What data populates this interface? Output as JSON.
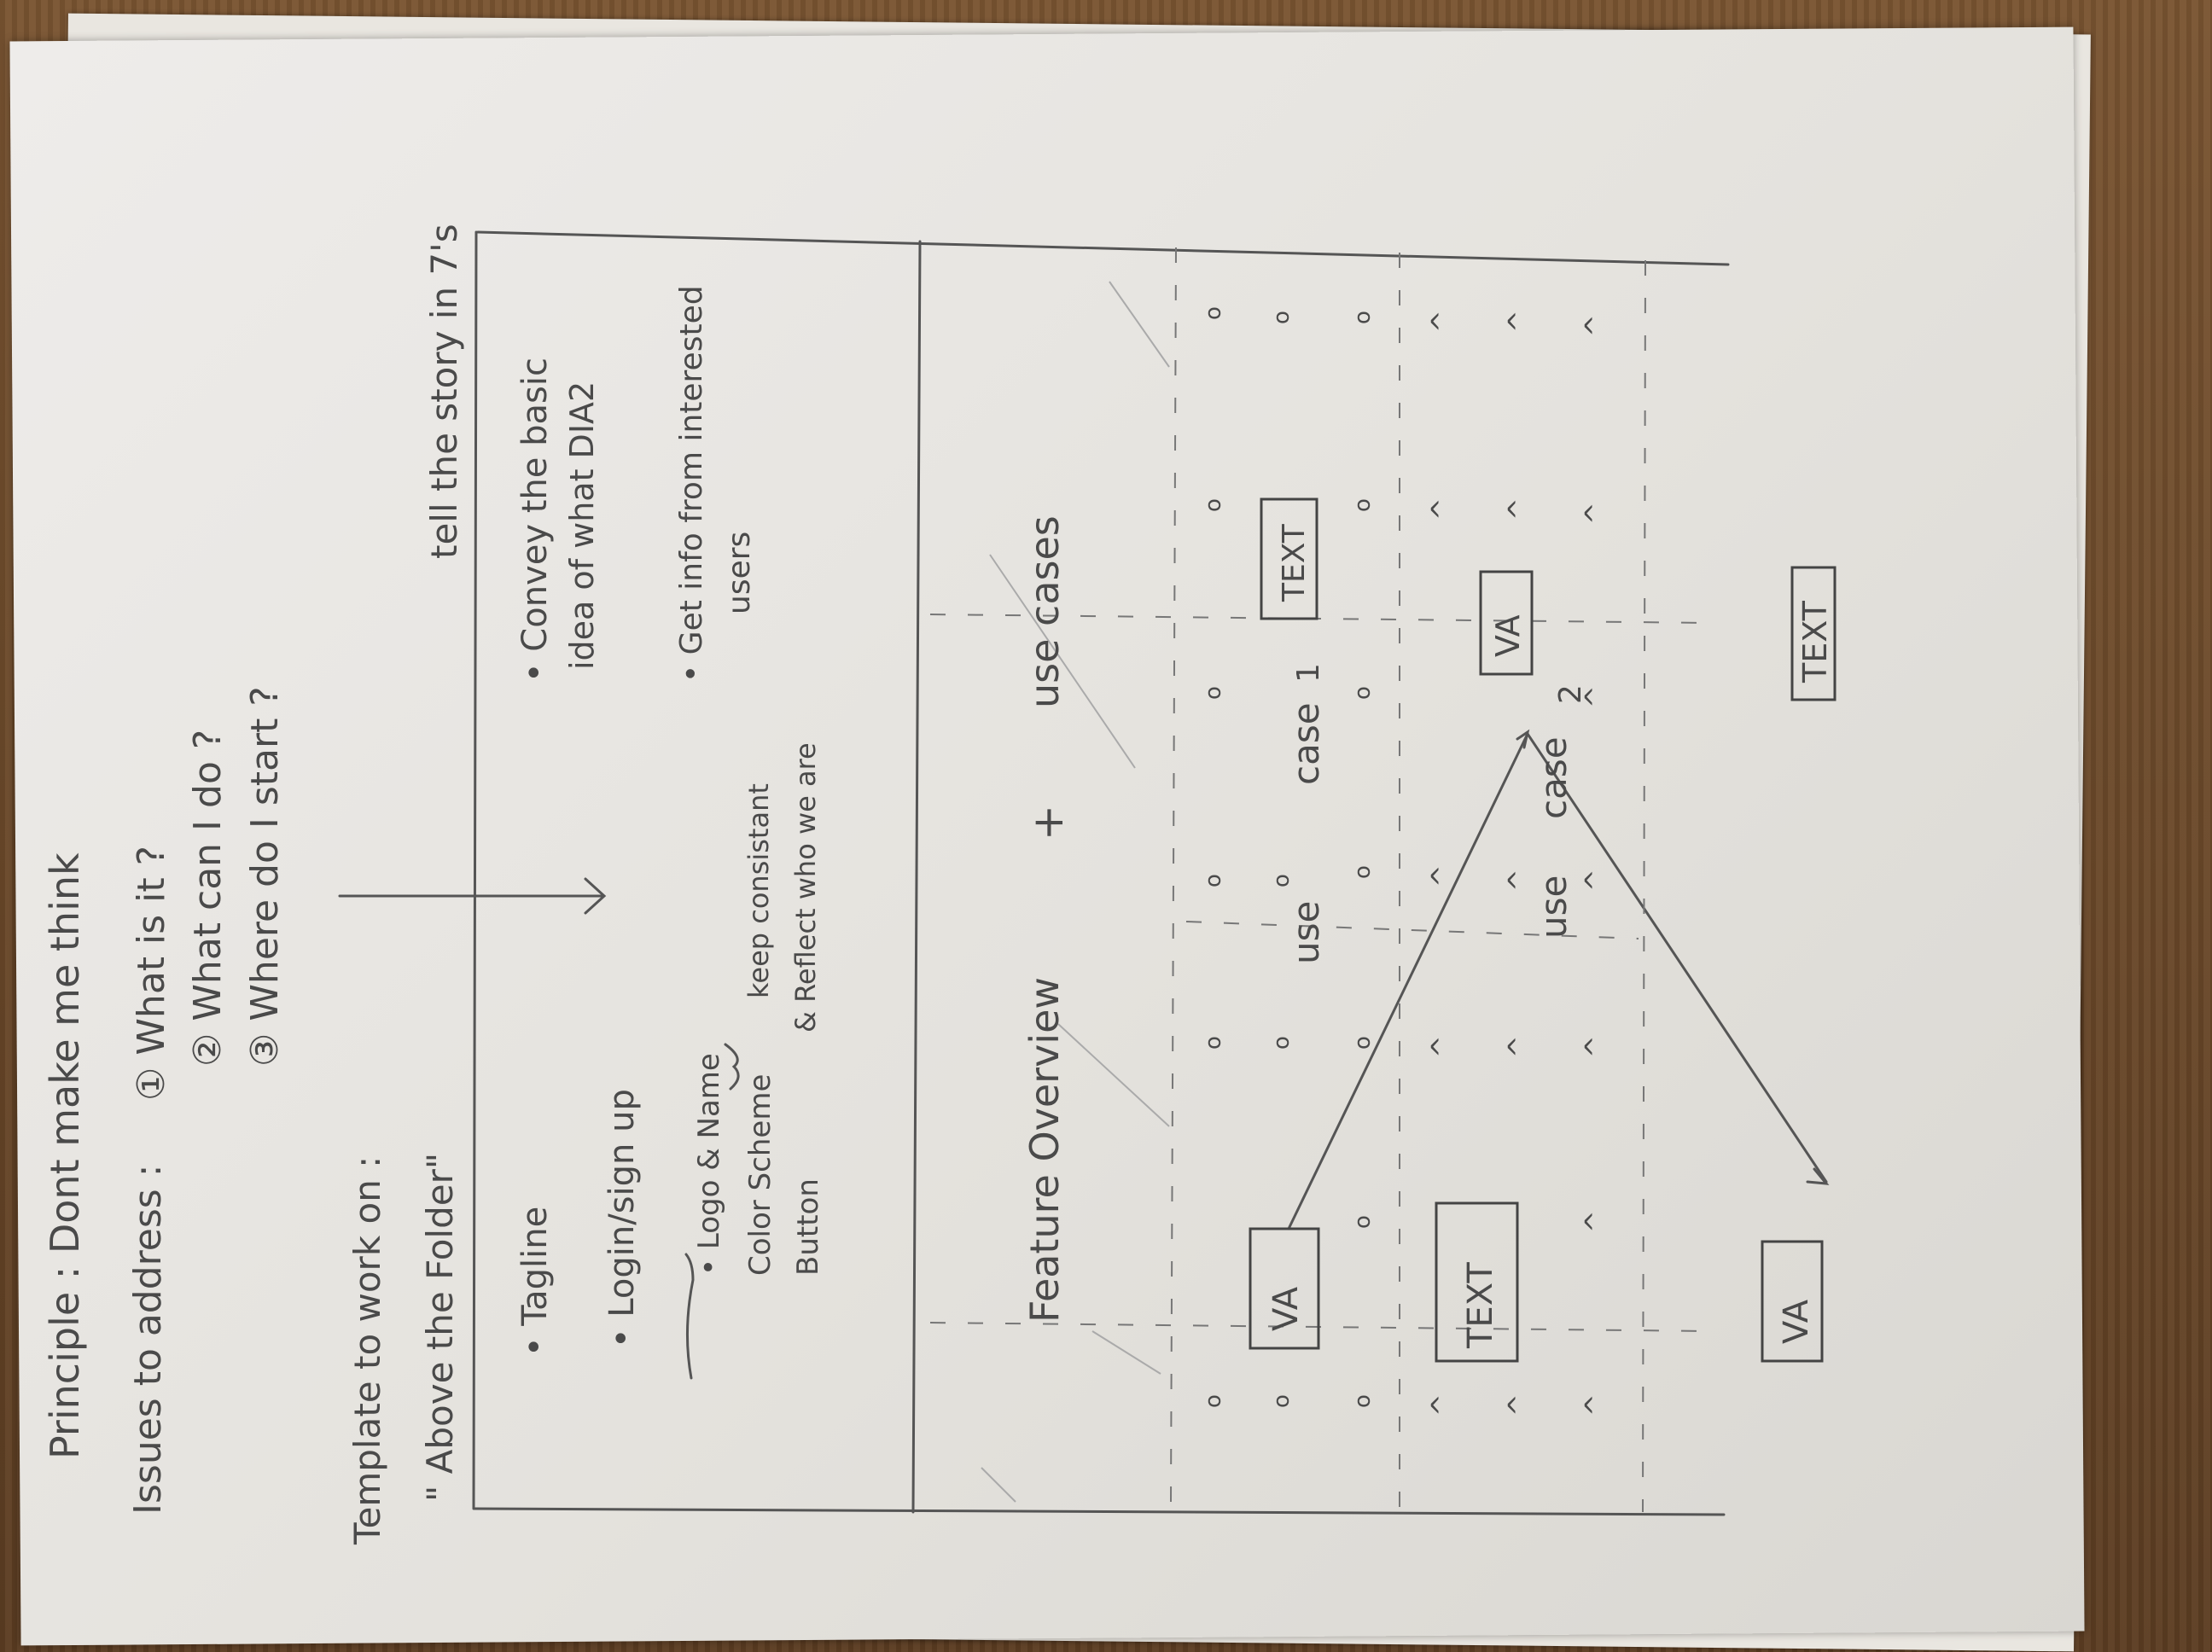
{
  "principle": "Principle : Dont make me think",
  "issues_label": "Issues to address :",
  "issues": [
    "① What is it ?",
    "② What can I do ?",
    "③ Where do I start ?"
  ],
  "template_label": "Template to work on :",
  "template_name": "\" Above the Folder\"",
  "story_note": "tell the story in 7's",
  "above_fold_items": [
    "• Tagline",
    "• Login/sign up",
    "• Logo & Name",
    "Color Scheme",
    "Button"
  ],
  "brace_note_1": "keep consistant",
  "brace_note_2": "& Reflect who we are",
  "goals": [
    "• Convey the basic",
    "idea of what DIA2",
    "• Get info from interested",
    "users"
  ],
  "feature_overview": "Feature Overview",
  "plus": "+",
  "use_cases": "use cases",
  "use_case_1_a": "use",
  "use_case_1_b": "case",
  "use_case_1_n": "1",
  "use_case_2_a": "use",
  "use_case_2_b": "case",
  "use_case_2_n": "2",
  "box_va": "VA",
  "box_text": "TEXT",
  "mark_circle": "o",
  "mark_caret": "^"
}
